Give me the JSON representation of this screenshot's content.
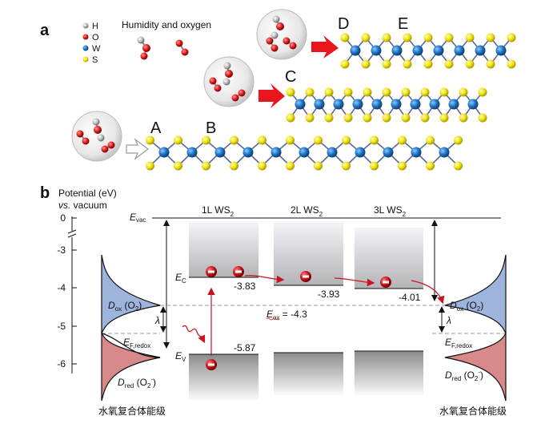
{
  "panel_a": {
    "label": "a",
    "legend": {
      "items": [
        {
          "symbol": "H",
          "color": "#bdbdbd"
        },
        {
          "symbol": "O",
          "color": "#e02020"
        },
        {
          "symbol": "W",
          "color": "#1f77c8"
        },
        {
          "symbol": "S",
          "color": "#f2e21a"
        }
      ],
      "caption": "Humidity and oxygen"
    },
    "sites": [
      "A",
      "B",
      "C",
      "D",
      "E"
    ]
  },
  "panel_b": {
    "label": "b",
    "axis": {
      "title_line1": "Potential (eV)",
      "title_line2": "vs. vacuum",
      "ticks": [
        "0",
        "-3",
        "-4",
        "-5",
        "-6"
      ]
    },
    "columns": [
      {
        "label": "1L WS",
        "sub": "2",
        "ec": "-3.83",
        "ev": "-5.87"
      },
      {
        "label": "2L WS",
        "sub": "2",
        "ec": "-3.93"
      },
      {
        "label": "3L WS",
        "sub": "2",
        "ec": "-4.01"
      }
    ],
    "evac": {
      "main": "E",
      "sub": "vac"
    },
    "ec_label": {
      "main": "E",
      "sub": "C"
    },
    "ev_label": {
      "main": "E",
      "sub": "V"
    },
    "eox": {
      "main": "E",
      "sub": "ox",
      "value": " = -4.3"
    },
    "ef_redox": {
      "main": "E",
      "sub": "F,redox"
    },
    "lambda": "λ",
    "dox": {
      "main": "D",
      "sub": "ox",
      "rest": " (O",
      "sub2": "2",
      "end": ")"
    },
    "dred": {
      "main": "D",
      "sub": "red",
      "rest": " (O",
      "sub2": "2",
      "sup": "-",
      "end": ")"
    },
    "cn_label": "水氧复合体能级"
  },
  "colors": {
    "hydrogen": "#bdbdbd",
    "oxygen": "#e02020",
    "tungsten": "#1f77c8",
    "sulfur": "#f2e21a",
    "arrow_red": "#e8141e",
    "ox_fill": "#9db4dc",
    "red_fill": "#d88a8a"
  }
}
